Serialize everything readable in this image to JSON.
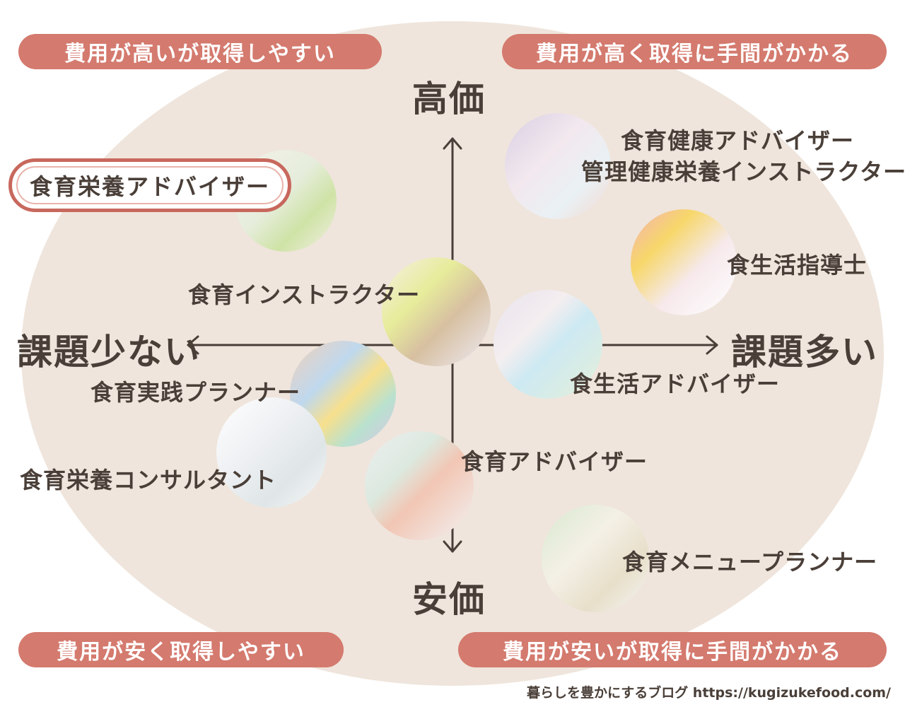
{
  "corners": {
    "top_left": "費用が高いが取得しやすい",
    "top_right": "費用が高く取得に手間がかかる",
    "bottom_left": "費用が安く取得しやすい",
    "bottom_right": "費用が安いが取得に手間がかかる"
  },
  "axes": {
    "top": "高価",
    "bottom": "安価",
    "left": "課題少ない",
    "right": "課題多い"
  },
  "items": {
    "shokuiku_eiyou_adviser": "食育栄養アドバイザー",
    "shokuiku_kenkou_adviser": "食育健康アドバイザー",
    "kanri_kenkou_eiyou": "管理健康栄養インストラクター",
    "shokuseikatsu_shidoushi": "食生活指導士",
    "shokuiku_instructor": "食育インストラクター",
    "shokuseikatsu_adviser": "食生活アドバイザー",
    "shokuiku_jissen_planner": "食育実践プランナー",
    "shokuiku_eiyou_consultant": "食育栄養コンサルタント",
    "shokuiku_adviser": "食育アドバイザー",
    "shokuiku_menu_planner": "食育メニュープランナー"
  },
  "footer": "暮らしを豊かにするブログ https://kugizukefood.com/",
  "colors": {
    "background": "#efe5dc",
    "pill": "#d47a6e",
    "text": "#4a3f38",
    "highlight_border": "#c8685d"
  }
}
